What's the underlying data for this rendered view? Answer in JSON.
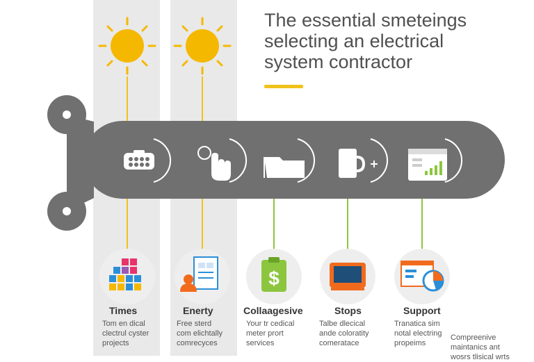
{
  "title": {
    "line1": "The essential smeteings",
    "line2": "selecting an electrical",
    "line3": "system contractor"
  },
  "colors": {
    "sun": "#f5b800",
    "band": "#707070",
    "yellow_line": "#f0c21b",
    "green_line": "#8cc63f",
    "circle_bg": "#eeeeee"
  },
  "band_icons": [
    "battery-pack-icon",
    "hand-tap-icon",
    "folder-icon",
    "mug-plus-icon",
    "chart-window-icon"
  ],
  "steps": [
    {
      "title": "Times",
      "desc": [
        "Tom en dical",
        "clectrul cyster",
        "projects"
      ],
      "icon": "color-blocks-icon"
    },
    {
      "title": "Enerty",
      "desc": [
        "Free sterd",
        "com elichtally",
        "comrecyces"
      ],
      "icon": "profile-document-icon"
    },
    {
      "title": "Collaagesive",
      "desc": [
        "Your tr cedical",
        "meter prort",
        "services"
      ],
      "icon": "dollar-clipboard-icon"
    },
    {
      "title": "Stops",
      "desc": [
        "Talbe dlecical",
        "ande coloratity",
        "comeratace"
      ],
      "icon": "monitor-icon"
    },
    {
      "title": "Support",
      "desc": [
        "Tranatica sim",
        "notal electring",
        "propeims"
      ],
      "icon": "pie-window-icon"
    }
  ],
  "extra_note": [
    "Compreenive",
    "maintanics ant",
    "wosrs tlisical wrts"
  ]
}
